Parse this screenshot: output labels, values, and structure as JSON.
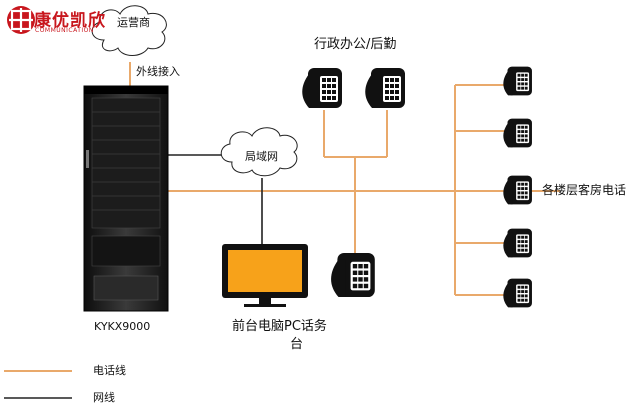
{
  "logo": {
    "name_cn": "康优凯欣",
    "name_en": "COMMUNICATION",
    "color": "#c8161d"
  },
  "nodes": {
    "carrier": "运营商",
    "external_access": "外线接入",
    "lan": "局域网",
    "server_model": "KYKX9000",
    "admin_phones": "行政办公/后勤",
    "front_desk_line1": "前台电脑PC话务",
    "front_desk_line2": "台",
    "floor_phones": "各楼层客房电话"
  },
  "legend": [
    {
      "label": "电话线",
      "color": "#e9a96b"
    },
    {
      "label": "网线",
      "color": "#222222"
    }
  ],
  "colors": {
    "phone_line": "#e9a96b",
    "network_line": "#222222",
    "monitor_screen": "#f7a21a"
  },
  "icons": [
    "cloud-icon",
    "server-rack-icon",
    "telephone-icon",
    "monitor-icon",
    "logo-icon"
  ]
}
